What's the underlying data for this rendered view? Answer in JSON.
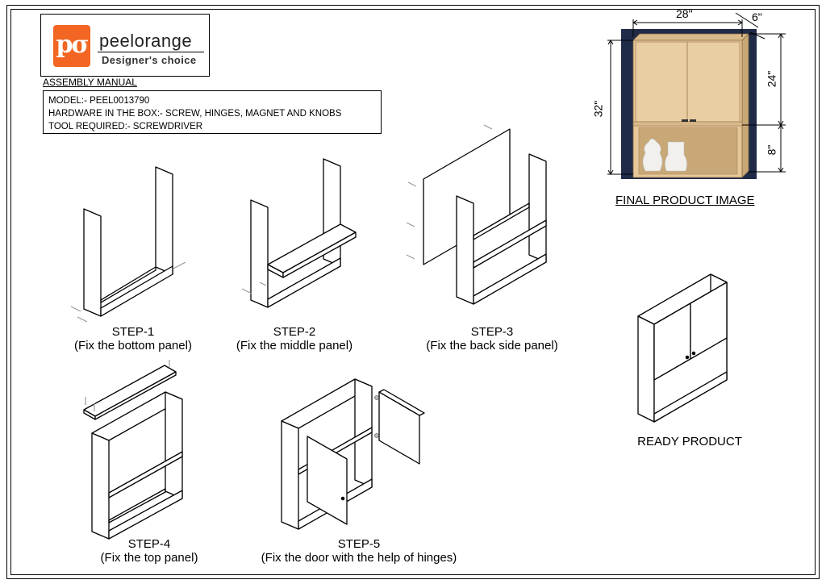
{
  "brand": {
    "logo_mark": "pσ",
    "name": "peelorange",
    "tagline": "Designer's choice"
  },
  "manual": {
    "title": "ASSEMBLY MANUAL",
    "model": "MODEL:- PEEL0013790",
    "hardware": "HARDWARE IN THE BOX:- SCREW, HINGES, MAGNET AND KNOBS",
    "tool": "TOOL REQUIRED:- SCREWDRIVER"
  },
  "final_product": {
    "caption": "FINAL PRODUCT IMAGE",
    "dimensions": {
      "width": "28\"",
      "depth": "6\"",
      "height": "32\"",
      "upper": "24\"",
      "lower": "8\""
    }
  },
  "steps": [
    {
      "title": "STEP-1",
      "desc": "(Fix the bottom panel)"
    },
    {
      "title": "STEP-2",
      "desc": "(Fix the middle panel)"
    },
    {
      "title": "STEP-3",
      "desc": "(Fix the back side panel)"
    },
    {
      "title": "STEP-4",
      "desc": "(Fix the top panel)"
    },
    {
      "title": "STEP-5",
      "desc": "(Fix the door with the help of hinges)"
    }
  ],
  "ready": {
    "label": "READY PRODUCT"
  },
  "colors": {
    "brand_orange": "#f26522",
    "wall_navy": "#1f2b47",
    "wood": "#e6c79a"
  }
}
